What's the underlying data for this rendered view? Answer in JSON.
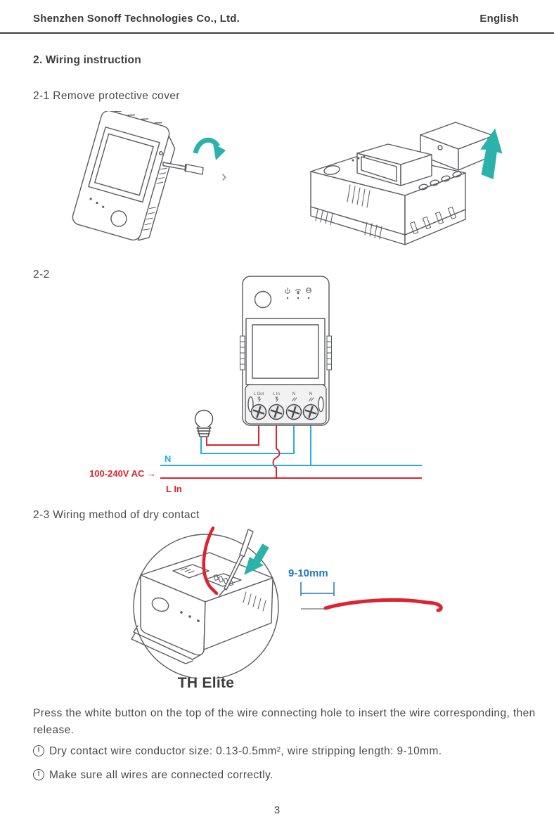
{
  "header": {
    "company": "Shenzhen Sonoff Technologies Co., Ltd.",
    "language": "English"
  },
  "headings": {
    "section": "2. Wiring instruction",
    "step1": "2-1 Remove protective cover",
    "step2": "2-2",
    "step3": "2-3 Wiring method of dry contact"
  },
  "separator": "›",
  "device": {
    "terminals": [
      "L Out",
      "L In",
      "N",
      "N"
    ]
  },
  "wiring": {
    "neutral": "N",
    "supply": "100-240V AC →",
    "line": "L In"
  },
  "dry_contact": {
    "strip_length": "9-10mm",
    "product": "TH Elite"
  },
  "body": {
    "press": "Press the white button on the top of the wire connecting hole to insert the wire corresponding, then release.",
    "warning_icon": "!",
    "note1": "Dry contact wire conductor size: 0.13-0.5mm², wire stripping length: 9-10mm.",
    "note2": "Make sure all wires are connected correctly."
  },
  "footer": {
    "page_number": "3"
  },
  "colors": {
    "teal": "#2bb3ab",
    "wire-blue": "#29abe2",
    "wire-red": "#dd2230",
    "dim-blue": "#2278bd"
  }
}
